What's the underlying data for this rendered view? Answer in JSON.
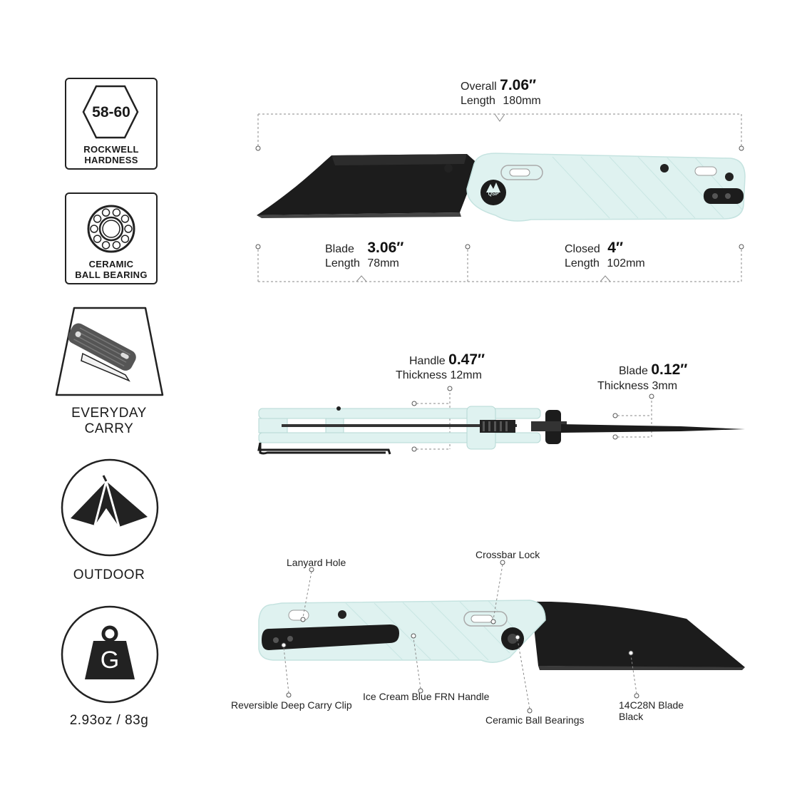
{
  "features": {
    "hardness": {
      "value": "58-60",
      "caption_1": "ROCKWELL",
      "caption_2": "HARDNESS"
    },
    "bearing": {
      "caption_1": "CERAMIC",
      "caption_2": "BALL BEARING"
    },
    "edc": {
      "label_1": "EVERYDAY",
      "label_2": "CARRY"
    },
    "outdoor": {
      "label": "OUTDOOR"
    },
    "weight": {
      "icon_letter": "G",
      "label": "2.93oz / 83g"
    }
  },
  "dimensions": {
    "overall": {
      "label_1": "Overall",
      "label_2": "Length",
      "value": "7.06″",
      "metric": "180mm"
    },
    "blade_length": {
      "label_1": "Blade",
      "label_2": "Length",
      "value": "3.06″",
      "metric": "78mm"
    },
    "closed_length": {
      "label_1": "Closed",
      "label_2": "Length",
      "value": "4″",
      "metric": "102mm"
    },
    "handle_thickness": {
      "label_1": "Handle",
      "label_2": "Thickness 12mm",
      "value": "0.47″"
    },
    "blade_thickness": {
      "label_1": "Blade",
      "label_2": "Thickness 3mm",
      "value": "0.12″"
    }
  },
  "callouts": {
    "lanyard": "Lanyard Hole",
    "crossbar": "Crossbar Lock",
    "clip": "Reversible Deep Carry Clip",
    "handle": "Ice Cream Blue FRN Handle",
    "bearings": "Ceramic Ball Bearings",
    "blade_steel_1": "14C28N Blade",
    "blade_steel_2": "Black"
  },
  "logo_text": "QSP",
  "colors": {
    "handle": "#dff2f0",
    "handle_edge": "#c5e3e0",
    "blade": "#1c1c1c",
    "ink": "#1a1a1a",
    "guide": "#8a8a8a"
  },
  "icons": [
    "hexagon-icon",
    "ball-bearing-icon",
    "knife-pocket-icon",
    "tent-icon",
    "weight-icon"
  ]
}
